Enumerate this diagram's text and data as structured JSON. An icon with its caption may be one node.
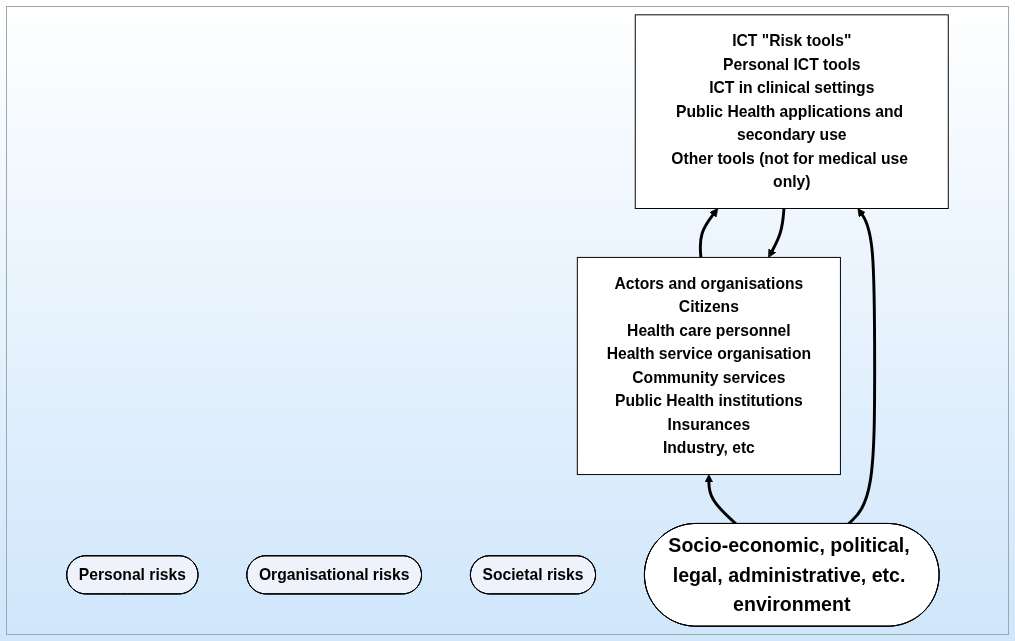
{
  "diagram": {
    "nodes": [
      {
        "text": [
          "Actors and organisations",
          "Citizens",
          "Health care personnel",
          "Health service organisation",
          "Community services",
          "Public Health institutions",
          "Insurances",
          "Industry, etc"
        ]
      },
      {
        "text": [
          "ICT \"Risk tools\"",
          "Personal ICT tools",
          "ICT in clinical settings",
          "Public Health applications and secondary use",
          "Other tools (not for medical use only)"
        ]
      },
      {
        "text": [
          "Personal risks"
        ]
      },
      {
        "text": [
          "Organisational risks"
        ]
      },
      {
        "text": [
          "Societal risks"
        ]
      },
      {
        "text": [
          "Socio-economic, political, legal, administrative, etc. environment"
        ]
      }
    ],
    "edges": [
      {
        "from": 0,
        "to": 1,
        "arrow": "to"
      },
      {
        "from": 1,
        "to": 0,
        "arrow": "to"
      },
      {
        "from": 5,
        "to": 0,
        "arrow": "to"
      },
      {
        "from": 5,
        "to": 1,
        "arrow": "to"
      }
    ]
  }
}
